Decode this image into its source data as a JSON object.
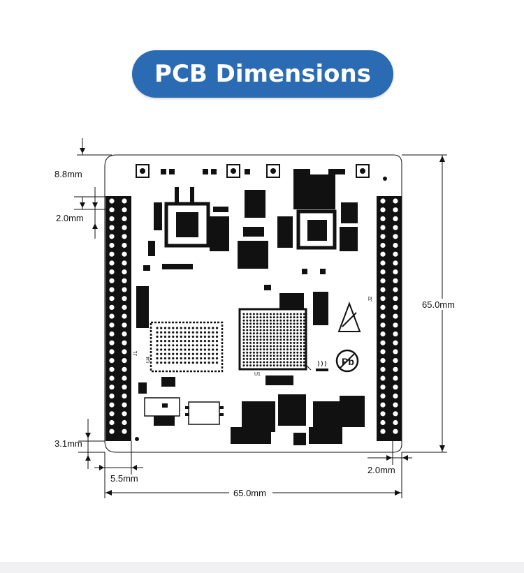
{
  "title": "PCB Dimensions",
  "colors": {
    "title_bg": "#2b6bb3",
    "title_text": "#ffffff",
    "board_outline": "#111111",
    "background": "#ffffff"
  },
  "dimensions": {
    "top_offset": "8.8mm",
    "header_gap_left": "2.0mm",
    "bottom_offset": "3.1mm",
    "left_offset": "5.5mm",
    "right_gap": "2.0mm",
    "height": "65.0mm",
    "width": "65.0mm"
  },
  "board_labels": {
    "u1": "U1",
    "u4": "U4",
    "j1": "J1",
    "j2": "J2"
  }
}
